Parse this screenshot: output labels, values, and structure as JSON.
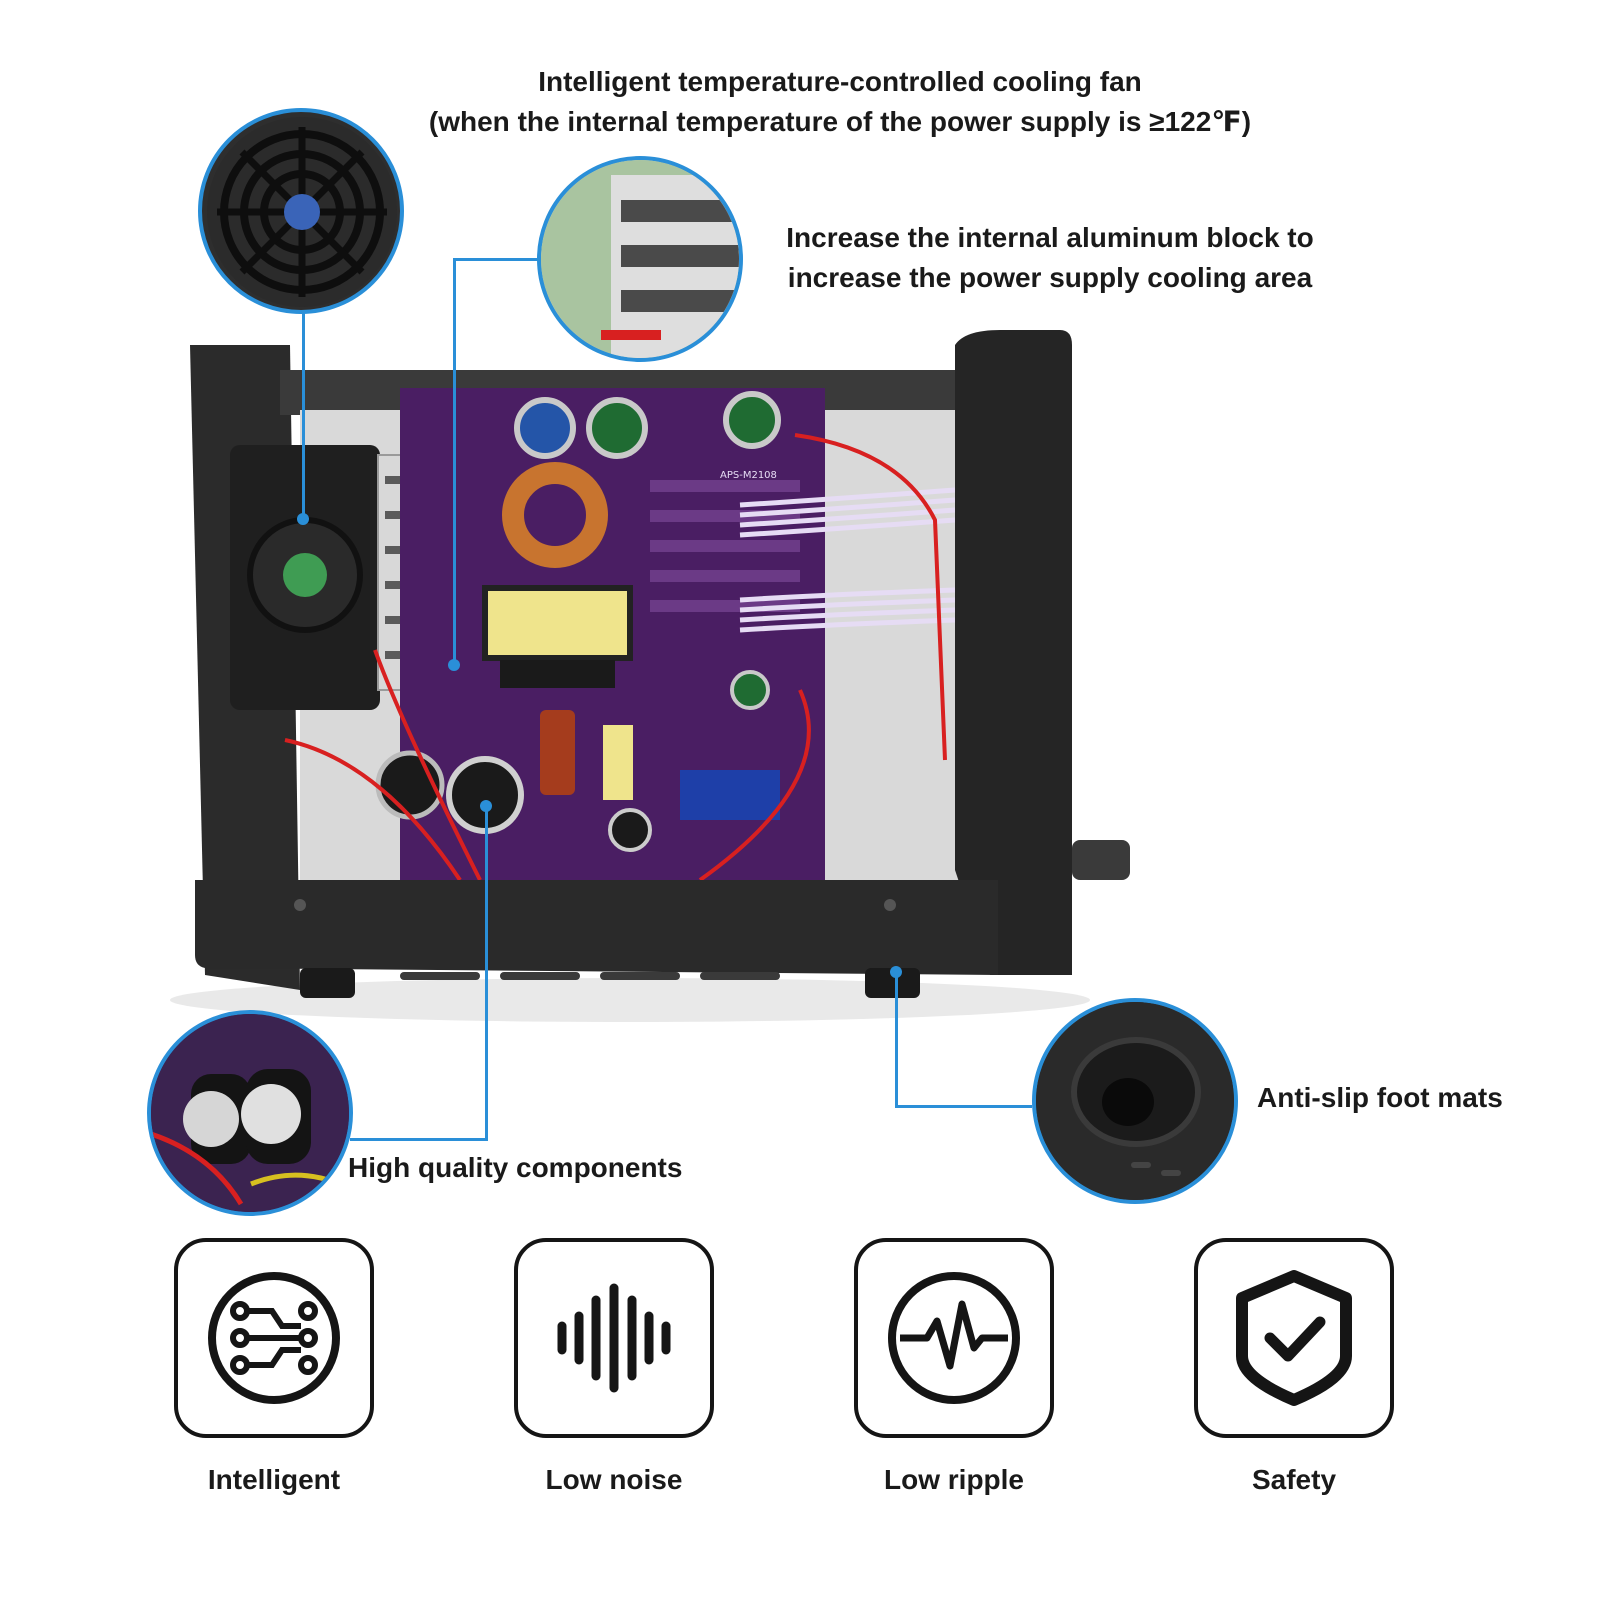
{
  "annotations": {
    "fan_title": "Intelligent temperature-controlled cooling fan",
    "fan_subtitle": "(when the internal temperature of the power supply is ≥122℉)",
    "aluminum_line1": "Increase the internal aluminum block to",
    "aluminum_line2": "increase the power supply cooling area",
    "components": "High quality components",
    "foot_mats": "Anti-slip foot mats",
    "board_model": "APS-M2108"
  },
  "features": [
    {
      "label": "Intelligent",
      "icon": "circuit-icon"
    },
    {
      "label": "Low noise",
      "icon": "soundwave-icon"
    },
    {
      "label": "Low ripple",
      "icon": "pulse-icon"
    },
    {
      "label": "Safety",
      "icon": "shield-check-icon"
    }
  ],
  "colors": {
    "callout_blue": "#2a8fd8",
    "pcb_purple": "#4a1e63",
    "chassis": "#262626",
    "icon_stroke": "#151515"
  }
}
